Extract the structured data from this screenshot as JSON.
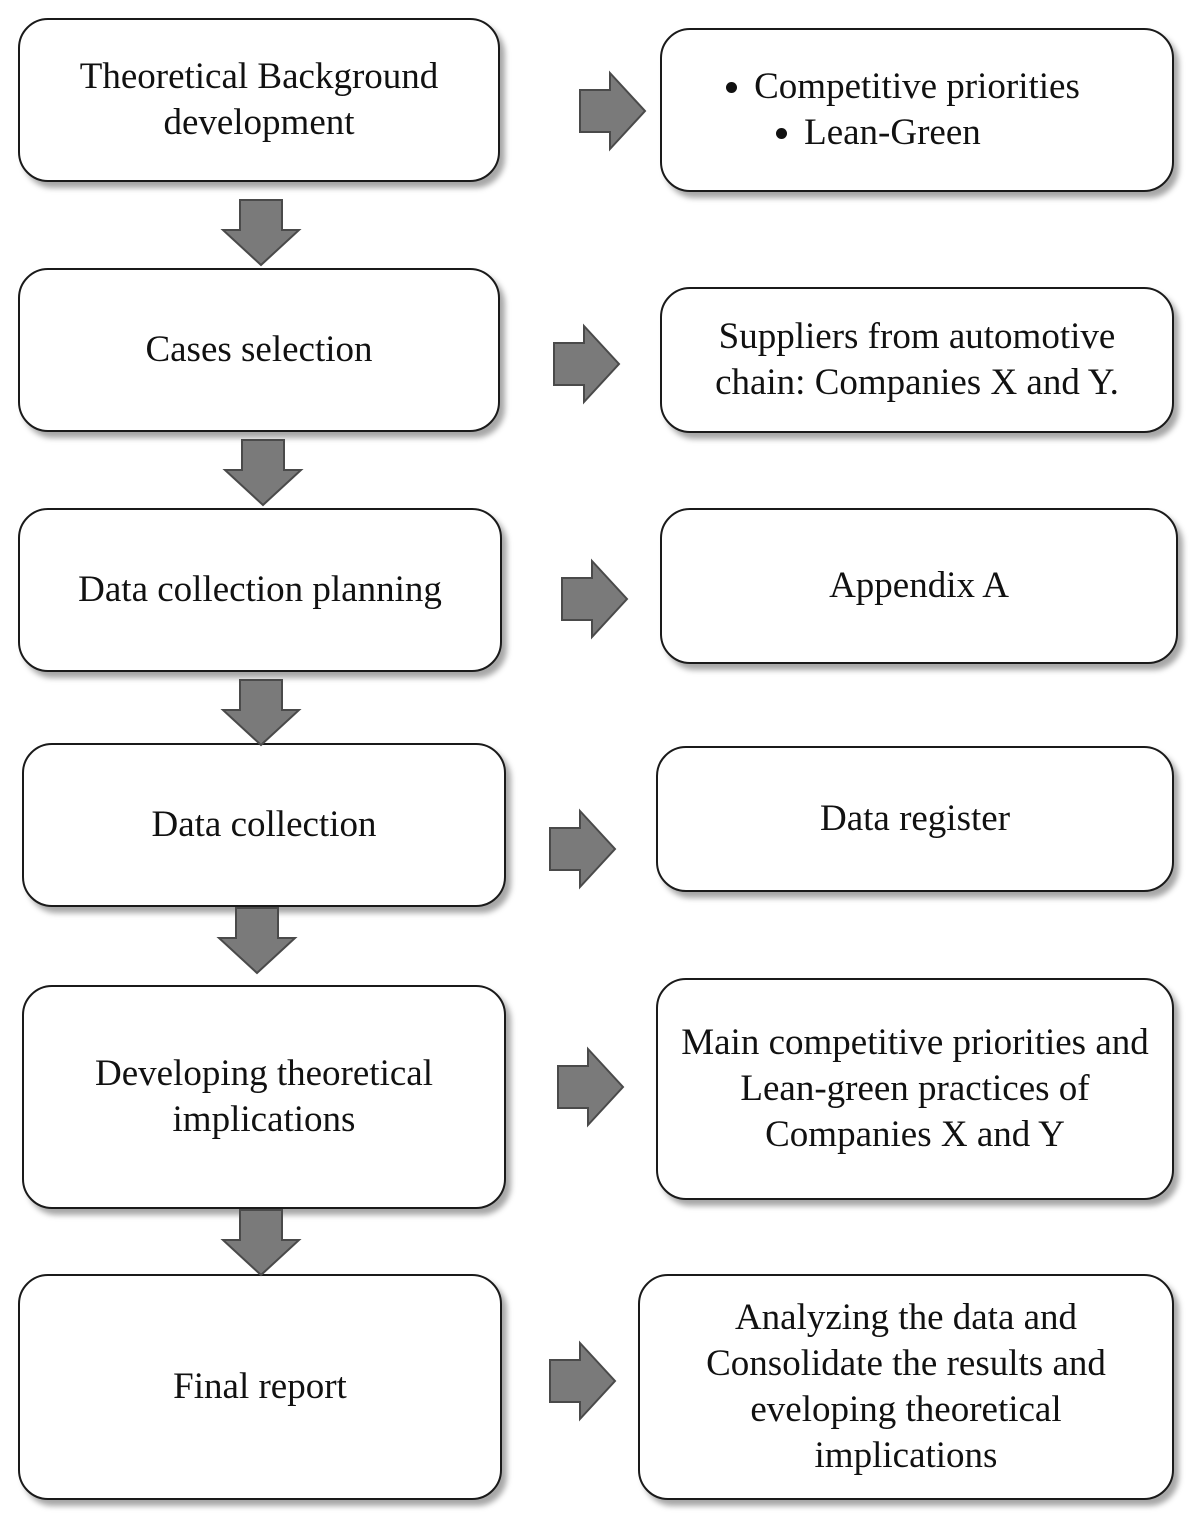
{
  "steps": [
    {
      "label": "Theoretical Background development"
    },
    {
      "label": "Cases selection"
    },
    {
      "label": "Data collection planning"
    },
    {
      "label": "Data collection"
    },
    {
      "label": "Developing theoretical implications"
    },
    {
      "label": "Final report"
    }
  ],
  "outputs": [
    {
      "bullets": [
        "Competitive priorities",
        "Lean-Green"
      ]
    },
    {
      "label": "Suppliers from automotive chain: Companies X and Y."
    },
    {
      "label": "Appendix A"
    },
    {
      "label": "Data register"
    },
    {
      "label": "Main competitive priorities and Lean-green practices of Companies X and Y"
    },
    {
      "label": "Analyzing the data and Consolidate the results and eveloping theoretical implications"
    }
  ],
  "colors": {
    "arrow_fill": "#7a7a7a",
    "arrow_stroke": "#4a4a4a",
    "box_border": "#1a1a1a"
  }
}
